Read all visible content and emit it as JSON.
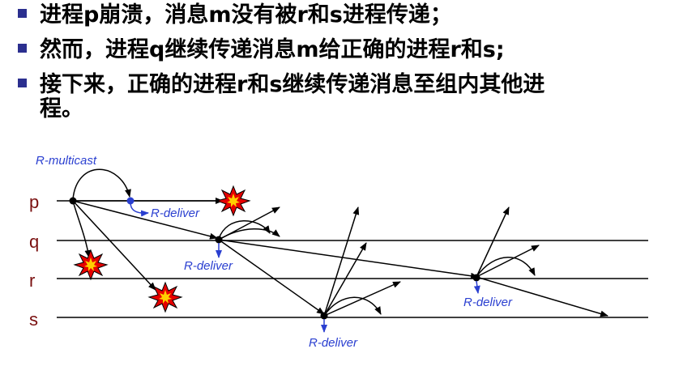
{
  "bullets": [
    "进程p崩溃，消息m没有被r和s进程传递；",
    "然而，进程q继续传递消息m给正确的进程r和s;",
    "接下来，正确的进程r和s继续传递消息至组内其他进程。"
  ],
  "bullet3_line1": "接下来，正确的进程r和s继续传递消息至组内其他进",
  "bullet3_line2": "程。",
  "diagram": {
    "multicast_label": "R-multicast",
    "deliver_label": "R-deliver",
    "processes": [
      "p",
      "q",
      "r",
      "s"
    ],
    "colors": {
      "bullet": "#2b2f8f",
      "process_label": "#7a1010",
      "deliver": "#2a3fd0",
      "crash": "#e60000"
    }
  }
}
